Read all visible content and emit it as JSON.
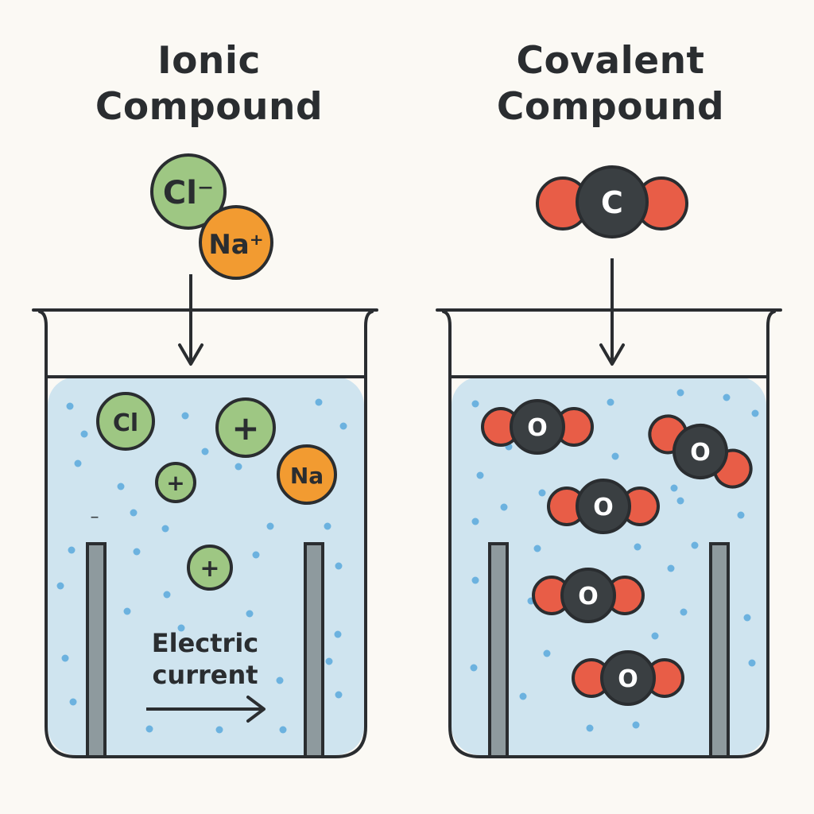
{
  "left_panel": {
    "title_line1": "Ionic",
    "title_line2": "Compound",
    "legend_cl": "Cl⁻",
    "legend_na": "Na⁺",
    "ion_cl": "Cl",
    "ion_plus": "+",
    "ion_na": "Na",
    "minus_mark": "–",
    "current_line1": "Electric",
    "current_line2": "current"
  },
  "right_panel": {
    "title_line1": "Covalent",
    "title_line2": "Compound",
    "molecule_center": "C",
    "molecule_symbol": "O"
  },
  "colors": {
    "outline": "#2a2d30",
    "water": "#cfe4ef",
    "bubble": "#6cb2df",
    "chlorine": "#9ec783",
    "sodium": "#f29b31",
    "oxygen": "#e85d47",
    "carbon": "#3a3f42",
    "electrode": "#8e9a9e"
  }
}
